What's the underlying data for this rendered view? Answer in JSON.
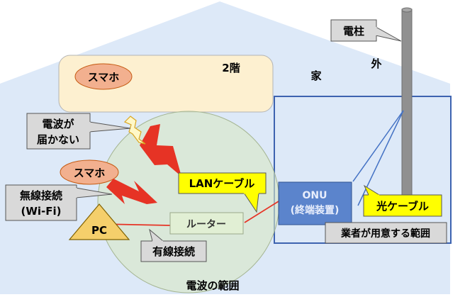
{
  "labels": {
    "floor2": "2階",
    "house": "家",
    "outside": "外",
    "pole": "電柱",
    "phone_upper": "スマホ",
    "phone_lower": "スマホ",
    "wave_blocked_1": "電波が",
    "wave_blocked_2": "届かない",
    "wireless_1": "無線接続",
    "wireless_2": "(Wi-Fi)",
    "lan_cable": "LANケーブル",
    "router": "ルーター",
    "pc": "PC",
    "wired": "有線接続",
    "onu_1": "ONU",
    "onu_2": "(終端装置)",
    "fiber": "光ケーブル",
    "provider_scope": "業者が用意する範囲",
    "wave_range": "電波の範囲"
  },
  "colors": {
    "house": "#dde9f8",
    "floor_box": "#fdf0d0",
    "phone": "#f2b08f",
    "wave": "#d8e8c4",
    "bolt": "#e63325",
    "router_box": "#e1efd4",
    "onu_box": "#4472c4",
    "fiber_box": "#ffff00",
    "callout_gray": "#d9d9d9",
    "pc": "#f5cf6b"
  }
}
